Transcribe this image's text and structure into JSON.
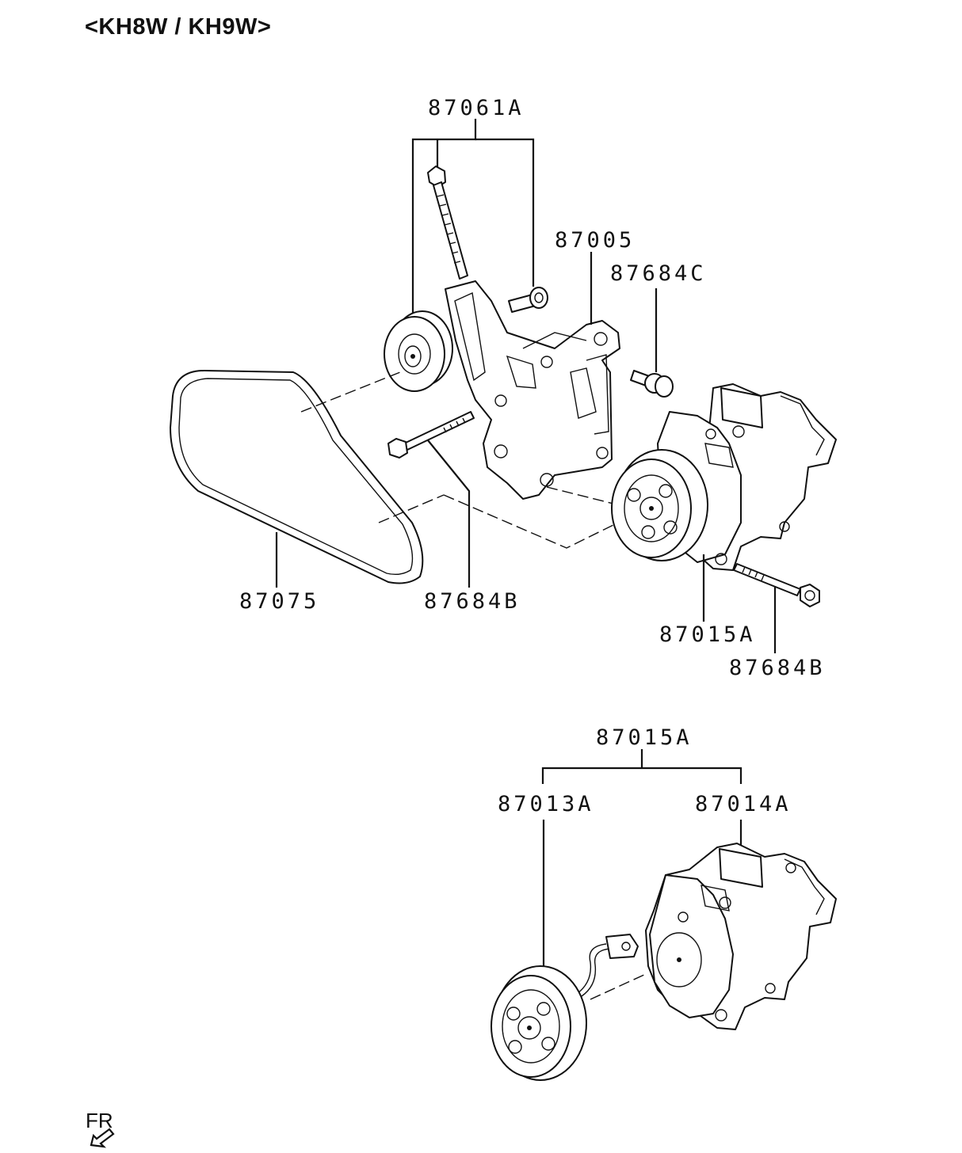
{
  "header": {
    "title": "<KH8W / KH9W>"
  },
  "labels": {
    "l87061A": "87061A",
    "l87005": "87005",
    "l87684C": "87684C",
    "l87075": "87075",
    "l87684B_left": "87684B",
    "l87015A_top": "87015A",
    "l87684B_right": "87684B",
    "l87015A_bottom": "87015A",
    "l87013A": "87013A",
    "l87014A": "87014A"
  },
  "direction": {
    "text": "FR",
    "icon": "front-arrow-icon"
  }
}
